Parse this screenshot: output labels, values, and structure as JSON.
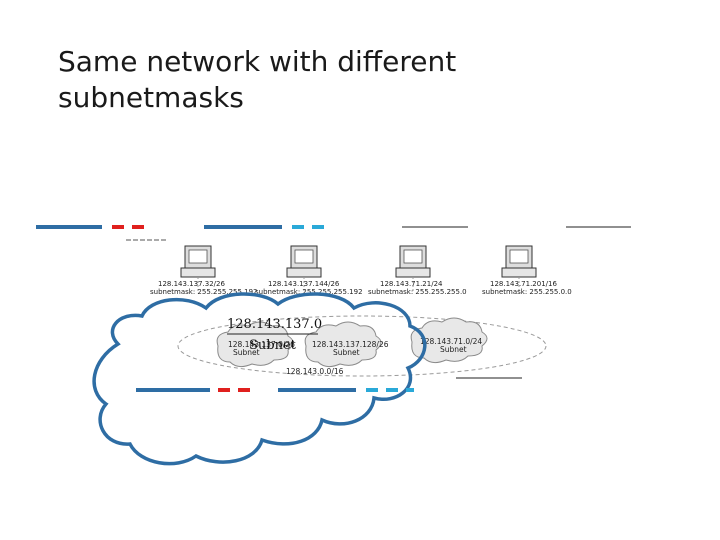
{
  "slide": {
    "title_line1": "Same network with different",
    "title_line2": "subnetmasks"
  },
  "hosts": [
    {
      "ip": "128.143.137.32/26",
      "mask": "subnetmask: 255.255.255.192"
    },
    {
      "ip": "128.143.137.144/26",
      "mask": "subnetmask: 255.255.255.192"
    },
    {
      "ip": "128.143.71.21/24",
      "mask": "subnetmask: 255.255.255.0"
    },
    {
      "ip": "128.143.71.201/16",
      "mask": "subnetmask: 255.255.0.0"
    }
  ],
  "subnets": [
    {
      "line1": "128.143.137.0/26",
      "line2": "Subnet"
    },
    {
      "line1": "128.143.137.128/26",
      "line2": "Subnet"
    },
    {
      "line1": "128.143.71.0/24",
      "line2": "Subnet"
    }
  ],
  "network": {
    "label": "128.143.0.0/16"
  },
  "callout": {
    "line1": "128.143.137.0",
    "line2": "Subnet"
  },
  "colors": {
    "accent_blue": "#2e6da4",
    "accent_red": "#e0201e",
    "accent_cyan": "#2aa9d8",
    "cloud_stroke": "#2e6da4",
    "dashed_gray": "#9a9a9a"
  }
}
